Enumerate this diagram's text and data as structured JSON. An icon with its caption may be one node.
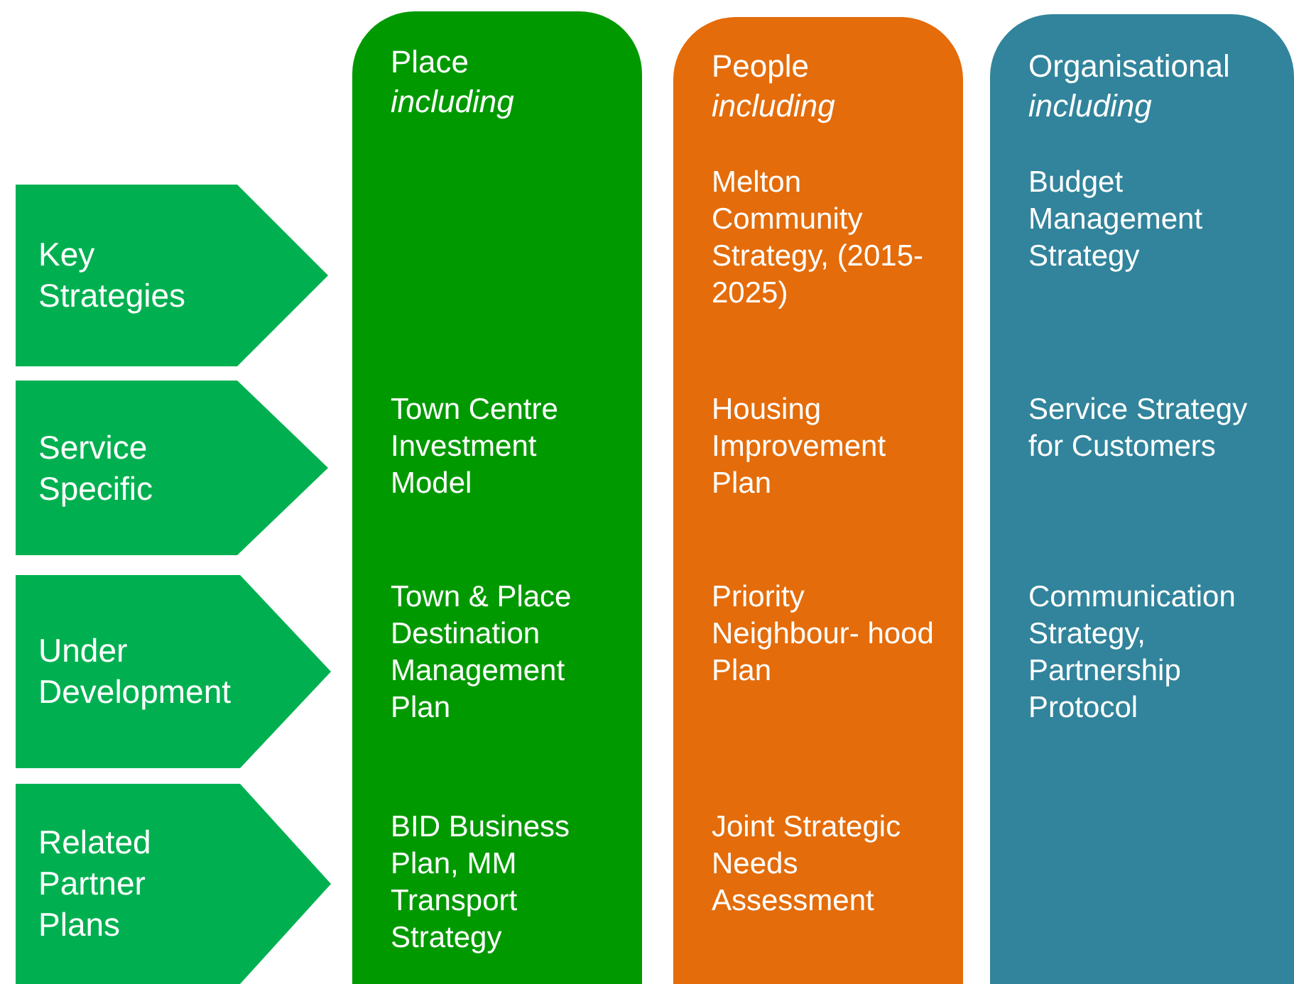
{
  "diagram": {
    "nodes": [
      {
        "text": [
          "Key Strategies"
        ]
      },
      {
        "text": [
          "Service Specific"
        ]
      },
      {
        "text": [
          "Under Development"
        ]
      },
      {
        "text": [
          "Related Partner Plans"
        ]
      },
      {
        "text": [
          "Place",
          "including",
          "Town Centre Investment Model",
          "Town & Place Destination Management Plan",
          "BID Business Plan, MM Transport Strategy"
        ]
      },
      {
        "text": [
          "People",
          "including",
          "Melton Community Strategy, (2015-2025)",
          "Housing Improvement Plan",
          "Priority Neighbour- hood Plan",
          "Joint Strategic Needs Assessment"
        ]
      },
      {
        "text": [
          "Organisational",
          "including",
          "Budget Management Strategy",
          "Service Strategy for Customers",
          "Communication Strategy, Partnership Protocol"
        ]
      }
    ]
  }
}
